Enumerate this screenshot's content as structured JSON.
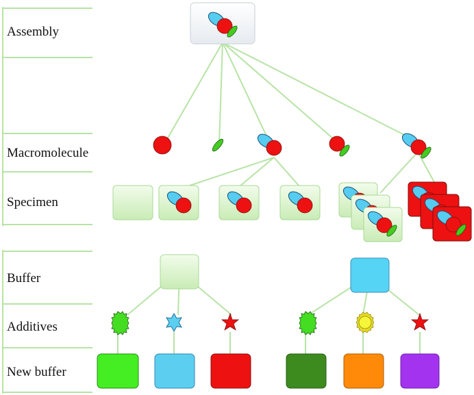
{
  "labels": {
    "assembly": "Assembly",
    "macromolecule": "Macromolecule",
    "specimen": "Specimen",
    "buffer": "Buffer",
    "additives": "Additives",
    "new_buffer": "New buffer"
  },
  "colors": {
    "red": "#ee1111",
    "cyan": "#55ccf0",
    "green": "#44cc22",
    "light_green_box": "#d6f3c6",
    "line": "#b7e3a5",
    "new_buffers": [
      "#44ee22",
      "#5ccff0",
      "#ee1111",
      "#3d8a1e",
      "#ff8a0a",
      "#a433f0"
    ]
  }
}
